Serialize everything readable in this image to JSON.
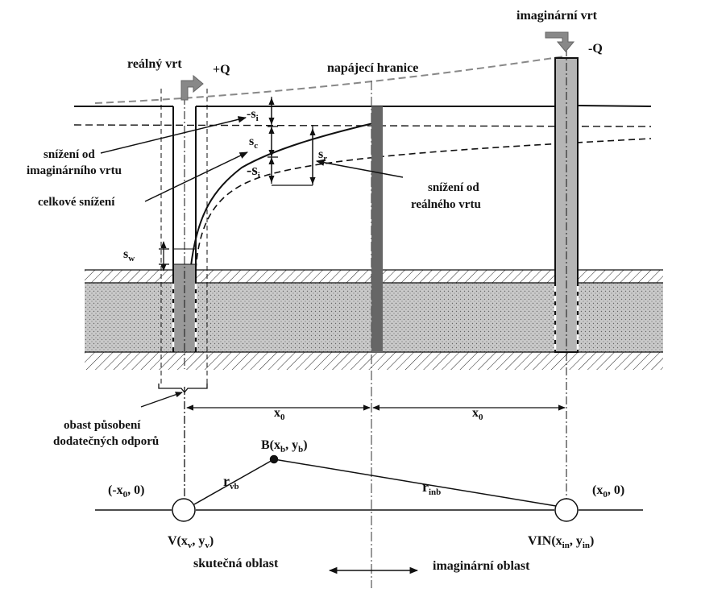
{
  "labels": {
    "real_well": "reálný vrt",
    "plus_q": "+Q",
    "recharge_boundary": "napájecí hranice",
    "imaginary_well": "imaginární vrt",
    "minus_q": "-Q",
    "drawdown_imag_1": "snížení od",
    "drawdown_imag_2": "imaginárního vrtu",
    "total_drawdown": "celkové snížení",
    "drawdown_real_1": "snížení od",
    "drawdown_real_2": "reálného vrtu",
    "area_1": "obast působení",
    "area_2": "dodatečných odporů",
    "real_area": "skutečná oblast",
    "imag_area": "imaginární oblast"
  },
  "symbols": {
    "s": "s",
    "neg_s": "-s",
    "i": "i",
    "c": "c",
    "r": "r",
    "w": "w",
    "x": "x",
    "zero": "0",
    "vb": "vb",
    "inb": "inb"
  },
  "coords": {
    "b_point": "B(x",
    "b_mid": ", y",
    "b_end": ")",
    "neg_x0": "(-x",
    "neg_x0_end": ", 0)",
    "pos_x0": "(x",
    "pos_x0_end": ", 0)",
    "v_point": "V(x",
    "v_mid": ", y",
    "v_end": ")",
    "vin_point": "VIN(x",
    "vin_mid": ", y",
    "vin_end": ")",
    "in": "in"
  }
}
